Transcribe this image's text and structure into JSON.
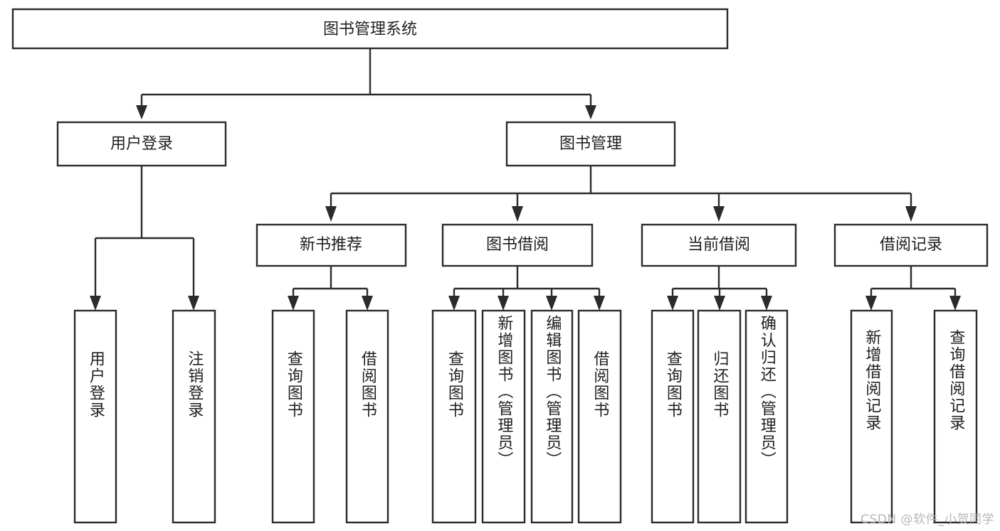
{
  "diagram": {
    "title": "图书管理系统",
    "watermark": "CSDN @软件_小贺同学",
    "colors": {
      "stroke": "#2b2b2b",
      "fill": "#ffffff",
      "text": "#1f1f1f",
      "watermark": "#b7b7b7"
    },
    "root": {
      "label": "图书管理系统"
    },
    "level2": [
      {
        "label": "用户登录"
      },
      {
        "label": "图书管理"
      }
    ],
    "level3": [
      {
        "label": "新书推荐"
      },
      {
        "label": "图书借阅"
      },
      {
        "label": "当前借阅"
      },
      {
        "label": "借阅记录"
      }
    ],
    "leaves": {
      "user_login": [
        {
          "label": "用户登录"
        },
        {
          "label": "注销登录"
        }
      ],
      "new_book": [
        {
          "label": "查询图书"
        },
        {
          "label": "借阅图书"
        }
      ],
      "book_borrow": [
        {
          "label": "查询图书"
        },
        {
          "label": "新增图书（管理员）"
        },
        {
          "label": "编辑图书（管理员）"
        },
        {
          "label": "借阅图书"
        }
      ],
      "current_borrow": [
        {
          "label": "查询图书"
        },
        {
          "label": "归还图书"
        },
        {
          "label": "确认归还（管理员）"
        }
      ],
      "borrow_record": [
        {
          "label": "新增借阅记录"
        },
        {
          "label": "查询借阅记录"
        }
      ]
    }
  }
}
